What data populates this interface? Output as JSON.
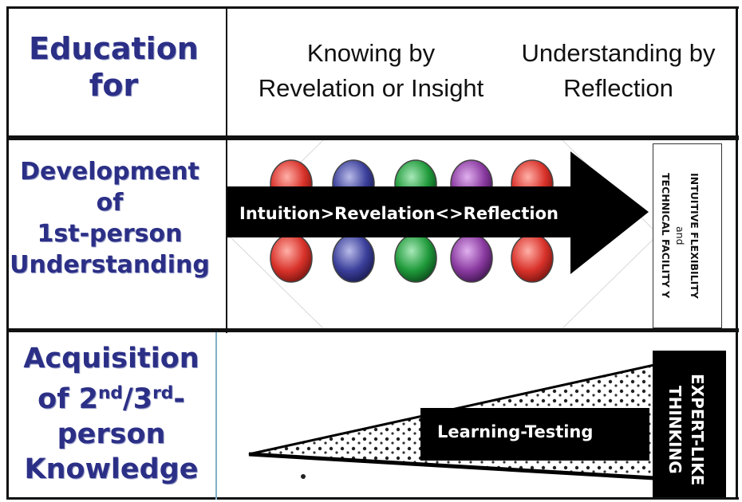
{
  "header": {
    "corner_label": [
      "Education",
      "for"
    ],
    "col1": [
      "Knowing by",
      "Revelation or Insight"
    ],
    "col2": [
      "Understanding by",
      "Reflection"
    ]
  },
  "row1": {
    "label": [
      "Development",
      "of",
      "1st-person",
      "Understanding"
    ],
    "arrow_text": "Intuition>Revelation<>Reflection",
    "side_box": [
      "INTUITIVE FLEXIBILITY",
      "and",
      "TECHNICAL FACILITY Y"
    ]
  },
  "row2": {
    "label_line1": "Acquisition",
    "label_of": "of 2",
    "label_nd": "nd",
    "label_slash": "/3",
    "label_rd": "rd",
    "label_dash": "-",
    "label_line3": "person",
    "label_line4": "Knowledge",
    "wedge_text": "Learning-Testing",
    "side_box": [
      "EXPERT-LIKE",
      "THINKING"
    ]
  },
  "colors": {
    "label_blue": "#2b2f86",
    "bead_colors": [
      "#d8322a",
      "#3b3f9a",
      "#1f9a3a",
      "#8a3aa0",
      "#d8322a"
    ]
  }
}
